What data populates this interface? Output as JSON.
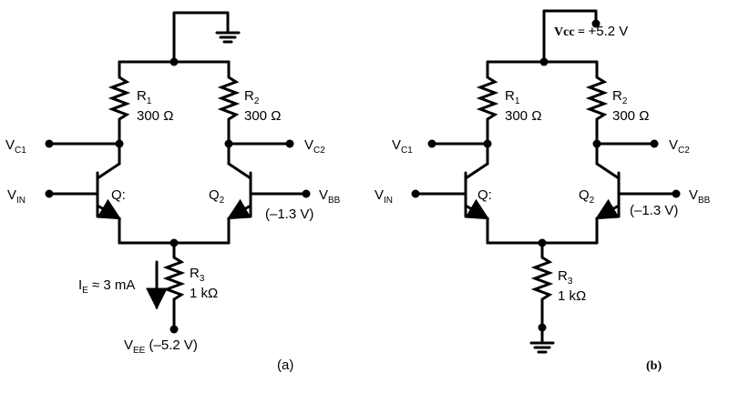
{
  "circuit_a": {
    "r1_name": "R",
    "r1_sub": "1",
    "r1_value": "300 Ω",
    "r2_name": "R",
    "r2_sub": "2",
    "r2_value": "300 Ω",
    "r3_name": "R",
    "r3_sub": "3",
    "r3_value": "1 kΩ",
    "vc1_main": "V",
    "vc1_sub": "C1",
    "vc2_main": "V",
    "vc2_sub": "C2",
    "vin_main": "V",
    "vin_sub": "IN",
    "vbb_main": "V",
    "vbb_sub": "BB",
    "vbb_value": "(–1.3 V)",
    "q1_label": "Q:",
    "q2_main": "Q",
    "q2_sub": "2",
    "ie_main": "I",
    "ie_sub": "E",
    "ie_value": " ≈ 3 mA",
    "vee_main": "V",
    "vee_sub": "EE",
    "vee_value": " (–5.2 V)",
    "caption": "(a)"
  },
  "circuit_b": {
    "vcc_label": "Vcc = ",
    "vcc_value": "+5.2 V",
    "r1_name": "R",
    "r1_sub": "1",
    "r1_value": "300 Ω",
    "r2_name": "R",
    "r2_sub": "2",
    "r2_value": "300 Ω",
    "r3_name": "R",
    "r3_sub": "3",
    "r3_value": "1 kΩ",
    "vc1_main": "V",
    "vc1_sub": "C1",
    "vc2_main": "V",
    "vc2_sub": "C2",
    "vin_main": "V",
    "vin_sub": "IN",
    "vbb_main": "V",
    "vbb_sub": "BB",
    "vbb_value": "(–1.3 V)",
    "q1_label": "Q:",
    "q2_main": "Q",
    "q2_sub": "2",
    "caption": "(b)"
  }
}
